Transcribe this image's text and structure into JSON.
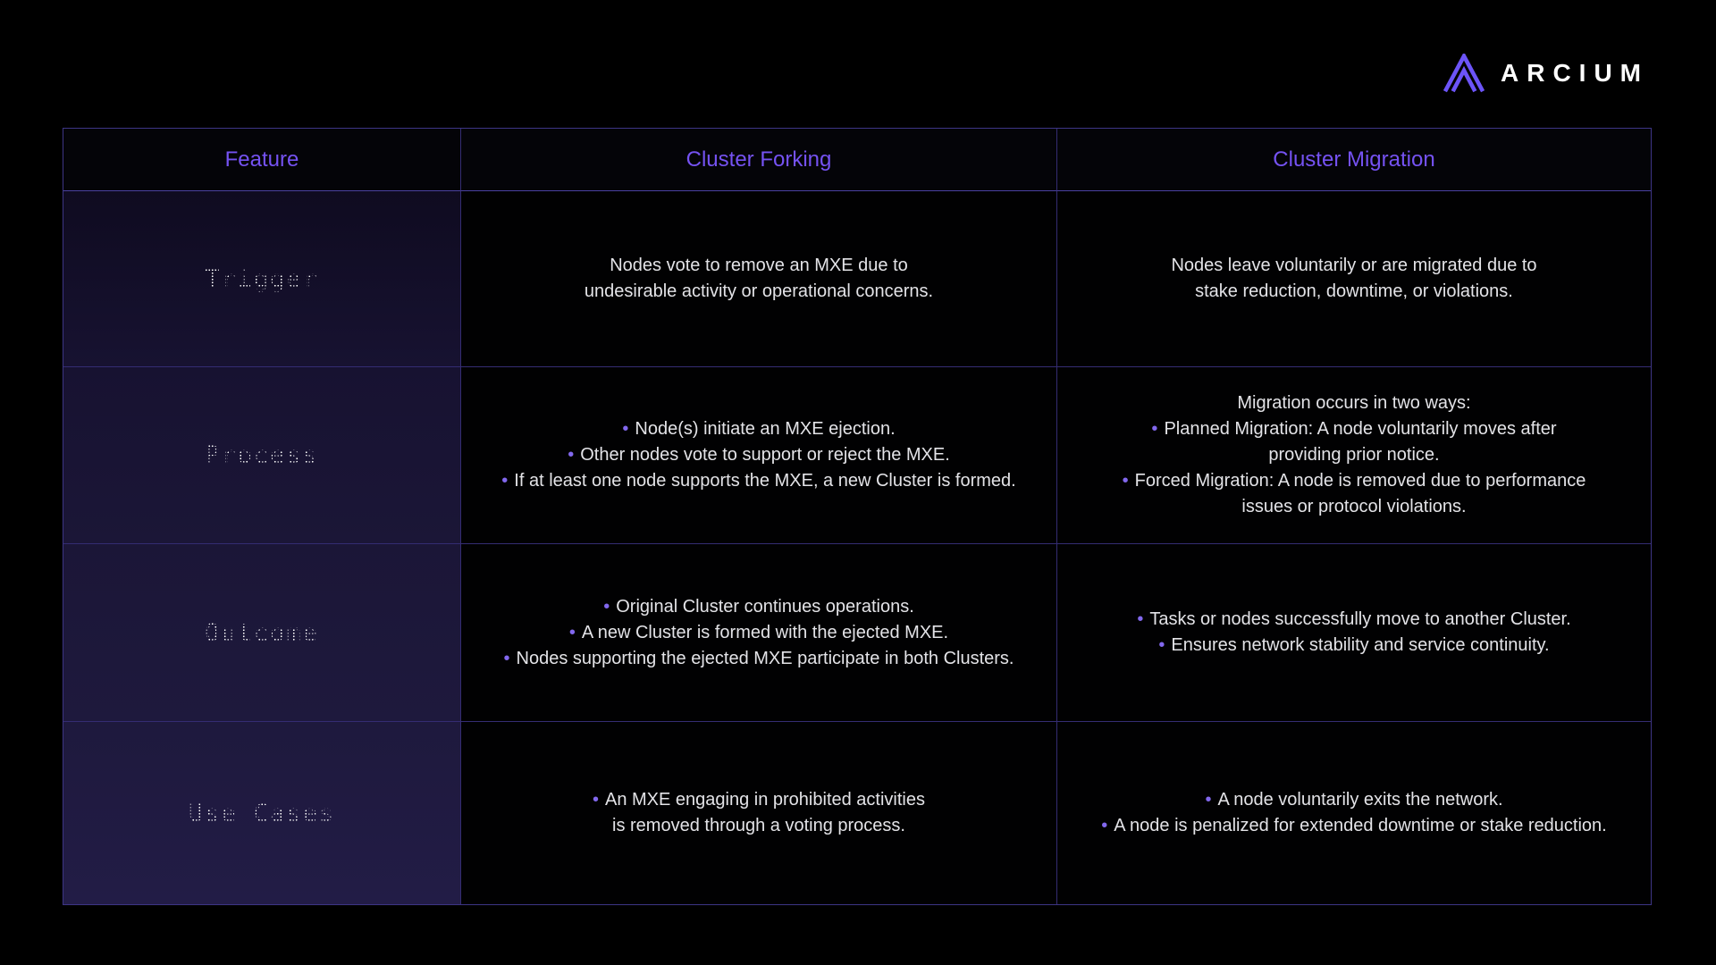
{
  "brand": {
    "wordmark": "ARCIUM",
    "logo_mark": "arcium-a-mark"
  },
  "colors": {
    "background": "#000000",
    "accent_purple": "#7552F2",
    "logo_purple": "#6C54F8",
    "bullet_purple": "#8268EE",
    "border_purple": "#3d3585",
    "label_cell_dark": "#0f0b20",
    "label_cell_light": "#221c46",
    "body_text": "#e3e3e7",
    "label_text": "#ffffff"
  },
  "chart_data": {
    "type": "table",
    "title": "",
    "columns": [
      "Feature",
      "Cluster Forking",
      "Cluster Migration"
    ],
    "rows": [
      {
        "feature": "Trigger",
        "cluster_forking": [
          {
            "bullet": false,
            "lines": [
              "Nodes vote to remove an MXE due to",
              "undesirable activity or operational concerns."
            ]
          }
        ],
        "cluster_migration": [
          {
            "bullet": false,
            "lines": [
              "Nodes leave voluntarily or are migrated due to",
              "stake reduction, downtime, or violations."
            ]
          }
        ]
      },
      {
        "feature": "Process",
        "cluster_forking": [
          {
            "bullet": true,
            "lines": [
              "Node(s) initiate an MXE ejection."
            ]
          },
          {
            "bullet": true,
            "lines": [
              "Other nodes vote to support or reject the MXE."
            ]
          },
          {
            "bullet": true,
            "lines": [
              "If at least one node supports the MXE, a new Cluster is formed."
            ]
          }
        ],
        "cluster_migration": [
          {
            "bullet": false,
            "lines": [
              "Migration occurs in two ways:"
            ]
          },
          {
            "bullet": true,
            "lines": [
              "Planned Migration: A node voluntarily moves after",
              "providing prior notice."
            ]
          },
          {
            "bullet": true,
            "lines": [
              "Forced Migration: A node is removed due to performance",
              "issues or protocol violations."
            ]
          }
        ]
      },
      {
        "feature": "Outcome",
        "cluster_forking": [
          {
            "bullet": true,
            "lines": [
              "Original Cluster continues operations."
            ]
          },
          {
            "bullet": true,
            "lines": [
              "A new Cluster is formed with the ejected MXE."
            ]
          },
          {
            "bullet": true,
            "lines": [
              "Nodes supporting the ejected MXE participate in both Clusters."
            ]
          }
        ],
        "cluster_migration": [
          {
            "bullet": true,
            "lines": [
              "Tasks or nodes successfully move to another Cluster."
            ]
          },
          {
            "bullet": true,
            "lines": [
              "Ensures network stability and service continuity."
            ]
          }
        ]
      },
      {
        "feature": "Use Cases",
        "cluster_forking": [
          {
            "bullet": true,
            "lines": [
              "An MXE engaging in prohibited activities",
              "is removed through a voting process."
            ]
          }
        ],
        "cluster_migration": [
          {
            "bullet": true,
            "lines": [
              "A node voluntarily exits the network."
            ]
          },
          {
            "bullet": true,
            "lines": [
              "A node is penalized for extended downtime or stake reduction."
            ]
          }
        ]
      }
    ]
  }
}
